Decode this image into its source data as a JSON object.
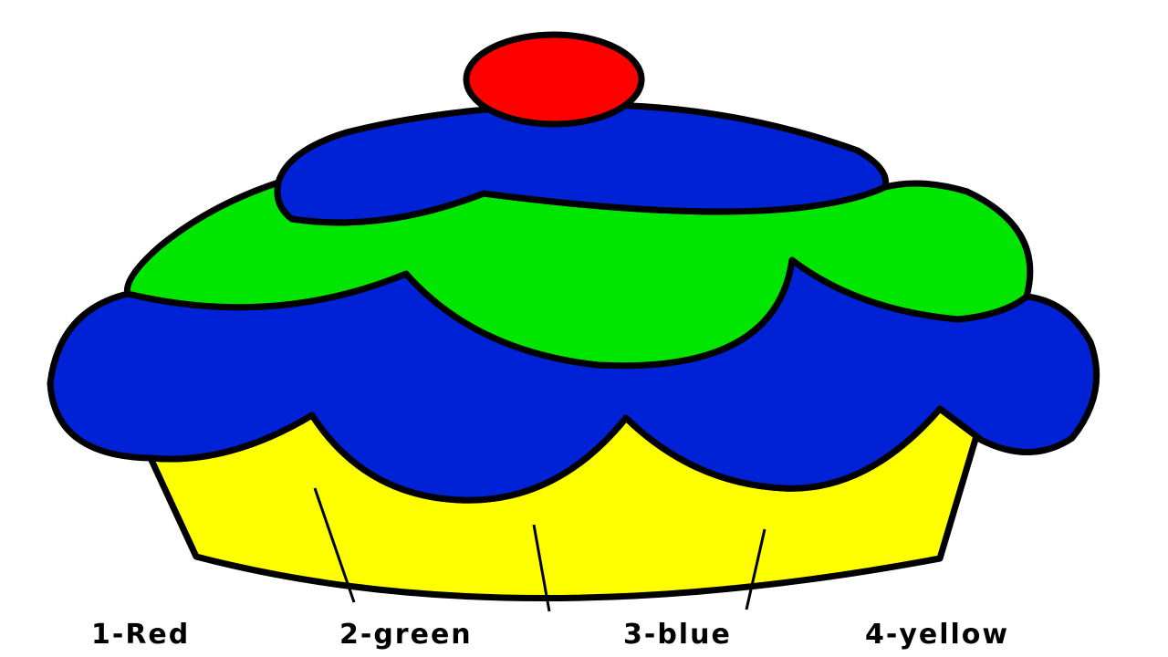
{
  "legend": [
    {
      "number": "1",
      "label": "1-Red",
      "color": "#ff0000"
    },
    {
      "number": "2",
      "label": "2-green",
      "color": "#00e600"
    },
    {
      "number": "3",
      "label": "3-blue",
      "color": "#0022d6"
    },
    {
      "number": "4",
      "label": "4-yellow",
      "color": "#ffff00"
    }
  ],
  "drawing": {
    "subject": "cupcake",
    "outline_color": "#000000",
    "background_color": "#ffffff"
  }
}
